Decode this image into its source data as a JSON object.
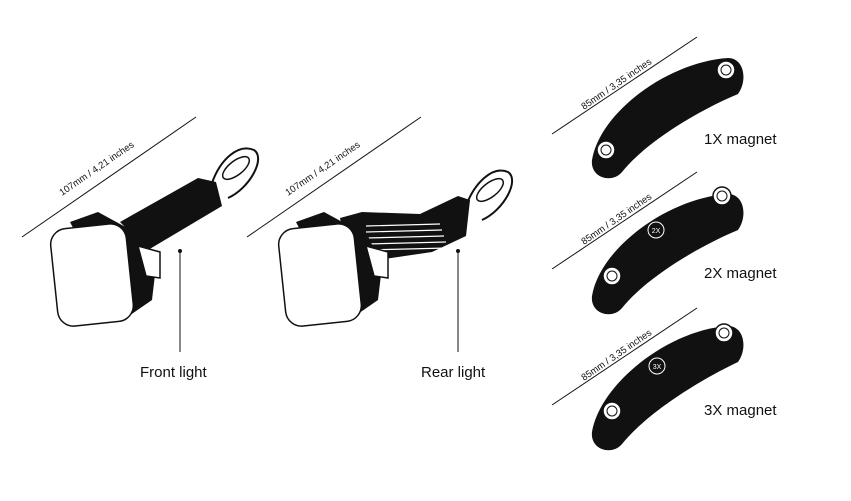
{
  "products": {
    "front_light": {
      "label": "Front light",
      "dimension": "107mm / 4,21 inches"
    },
    "rear_light": {
      "label": "Rear light",
      "dimension": "107mm / 4,21 inches"
    },
    "magnet_1x": {
      "label": "1X magnet",
      "dimension": "85mm / 3,35 inches"
    },
    "magnet_2x": {
      "label": "2X magnet",
      "dimension": "85mm / 3,35 inches",
      "badge": "2X"
    },
    "magnet_3x": {
      "label": "3X magnet",
      "dimension": "85mm / 3,35 inches",
      "badge": "3X"
    }
  },
  "colors": {
    "ink": "#111111",
    "paper": "#ffffff",
    "shade": "#e8e8e8"
  }
}
